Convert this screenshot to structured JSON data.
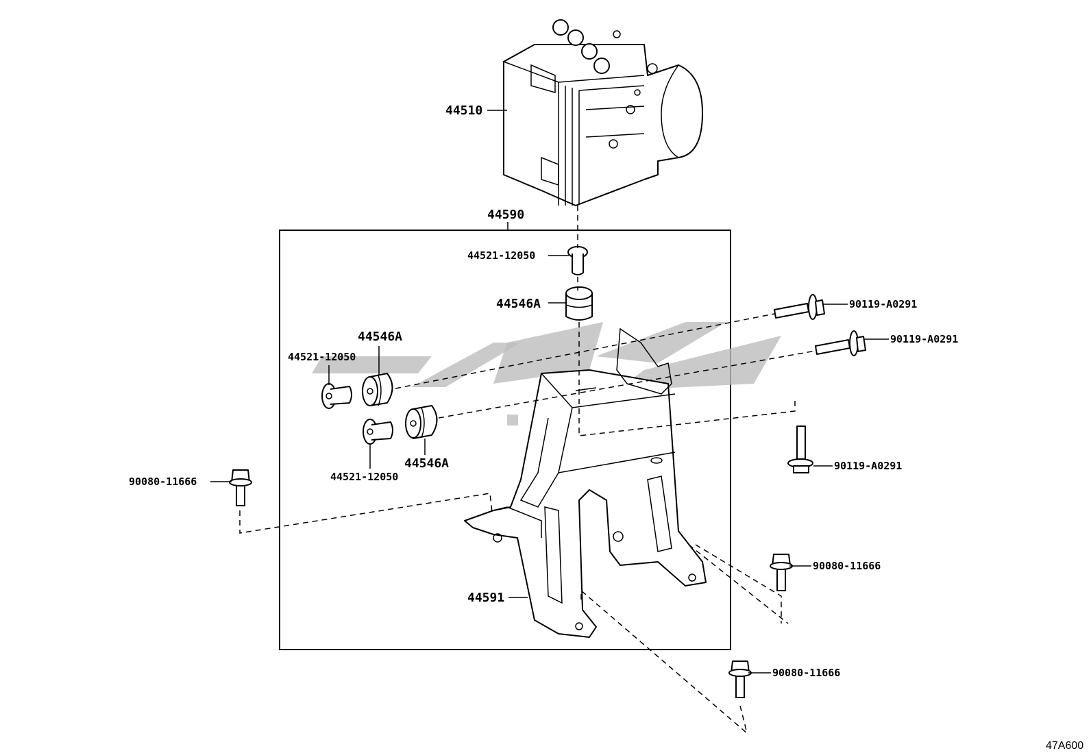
{
  "diagram": {
    "code": "47A600",
    "labels": {
      "hydraulic_unit": "44510",
      "bracket_assembly": "44590",
      "bracket": "44591",
      "collar_top": "44521-12050",
      "collar_left_1": "44521-12050",
      "collar_left_2": "44521-12050",
      "cushion_top": "44546A",
      "cushion_left_1": "44546A",
      "cushion_left_2": "44546A",
      "bolt_right_1": "90119-A0291",
      "bolt_right_2": "90119-A0291",
      "bolt_right_3": "90119-A0291",
      "bolt_left": "90080-11666",
      "bolt_lower_right_1": "90080-11666",
      "bolt_lower_right_2": "90080-11666"
    }
  }
}
